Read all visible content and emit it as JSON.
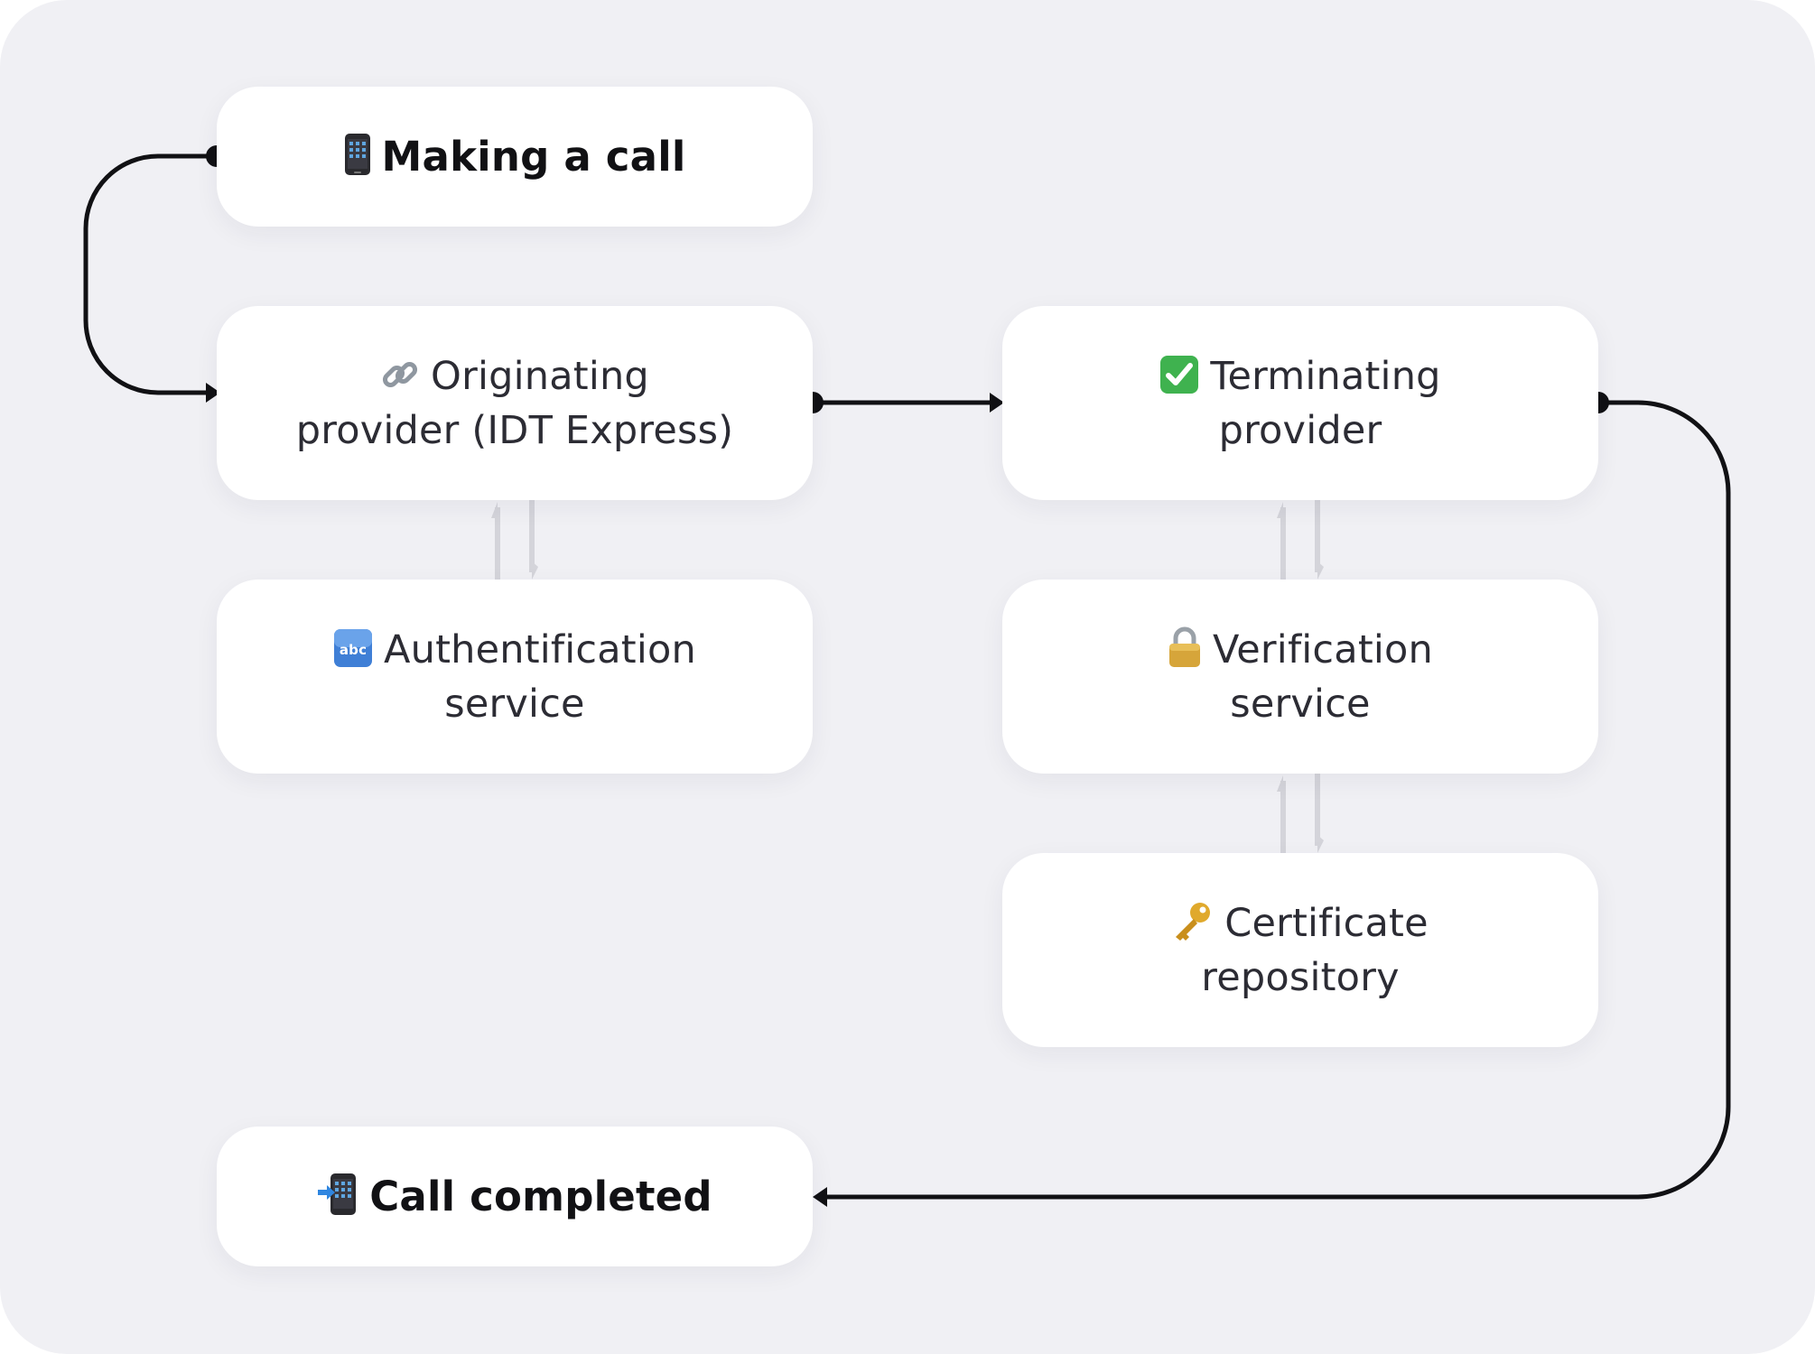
{
  "nodes": {
    "making_call": {
      "label": "Making a call",
      "icon": "mobile-phone-icon"
    },
    "originating": {
      "line1": "Originating",
      "line2": "provider (IDT Express)",
      "icon": "link-icon"
    },
    "authentication": {
      "line1": "Authentification",
      "line2": "service",
      "icon": "abc-icon"
    },
    "call_completed": {
      "label": "Call completed",
      "icon": "phone-arrow-icon"
    },
    "terminating": {
      "line1": "Terminating",
      "line2": "provider",
      "icon": "check-mark-button-icon"
    },
    "verification": {
      "line1": "Verification",
      "line2": "service",
      "icon": "lock-icon"
    },
    "certificate": {
      "line1": "Certificate",
      "line2": "repository",
      "icon": "key-icon"
    }
  },
  "edges": [
    {
      "from": "Making a call",
      "to": "Originating provider (IDT Express)"
    },
    {
      "from": "Originating provider (IDT Express)",
      "to": "Terminating provider"
    },
    {
      "from": "Originating provider (IDT Express)",
      "to": "Authentification service",
      "bidirectional": true
    },
    {
      "from": "Terminating provider",
      "to": "Verification service",
      "bidirectional": true
    },
    {
      "from": "Verification service",
      "to": "Certificate repository",
      "bidirectional": true
    },
    {
      "from": "Terminating provider",
      "to": "Call completed"
    }
  ],
  "colors": {
    "background": "#f0f0f4",
    "card": "#ffffff",
    "connector": "#111114",
    "connector_faint": "#d4d4da",
    "text": "#2c2c34"
  }
}
